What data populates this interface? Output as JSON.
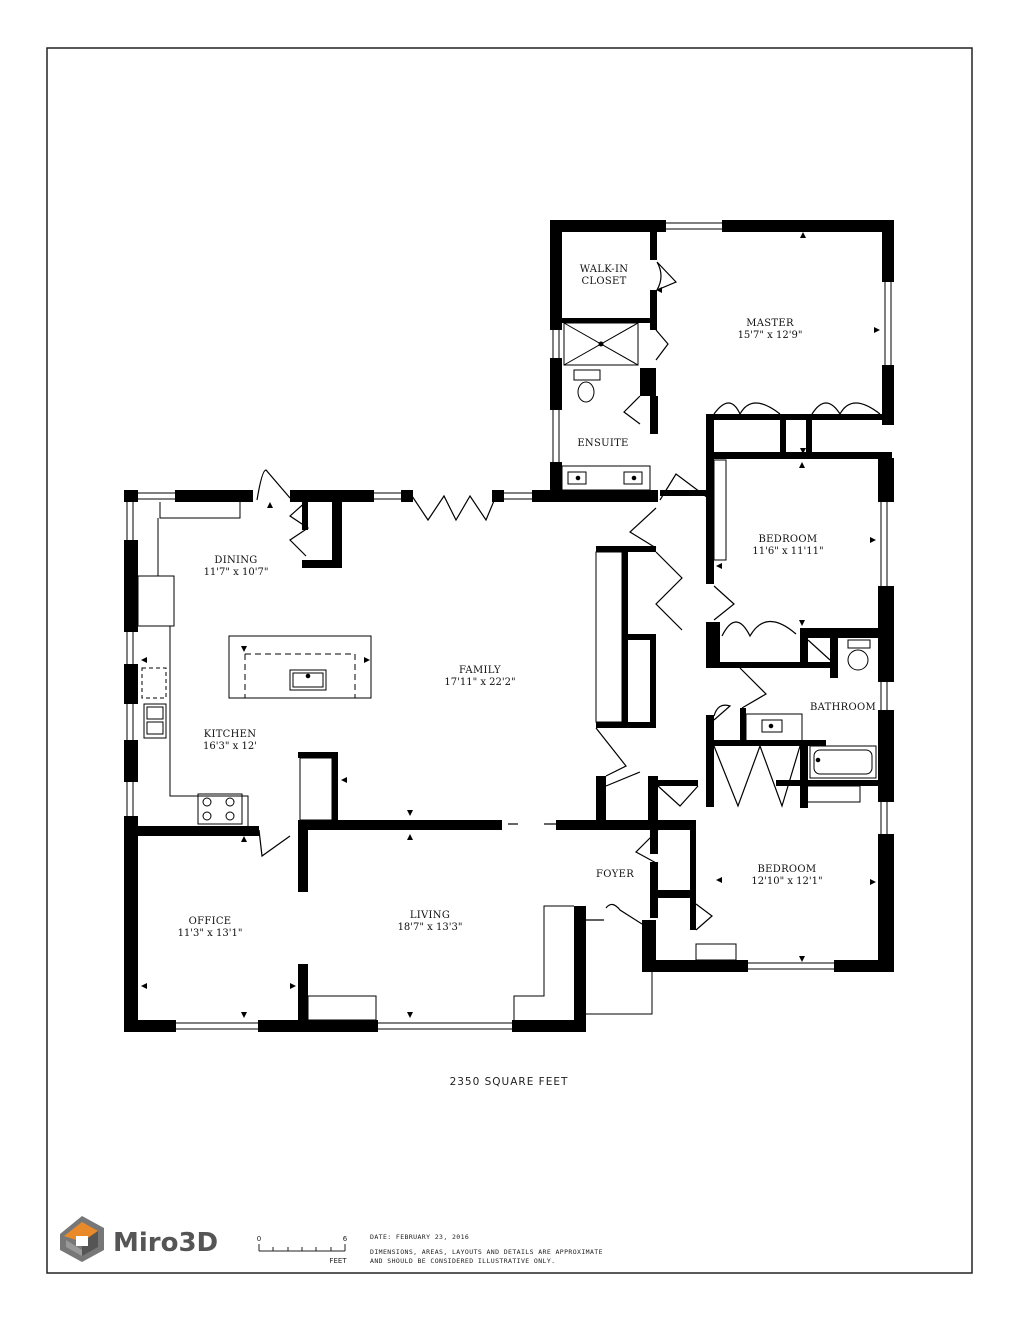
{
  "rooms": [
    {
      "name": "WALK-IN",
      "name2": "CLOSET",
      "dims": ""
    },
    {
      "name": "MASTER",
      "dims": "15'7\" x 12'9\""
    },
    {
      "name": "ENSUITE",
      "dims": ""
    },
    {
      "name": "DINING",
      "dims": "11'7\" x 10'7\""
    },
    {
      "name": "FAMILY",
      "dims": "17'11\" x 22'2\""
    },
    {
      "name": "BEDROOM",
      "dims": "11'6\" x 11'11\""
    },
    {
      "name": "KITCHEN",
      "dims": "16'3\" x 12'"
    },
    {
      "name": "BATHROOM",
      "dims": ""
    },
    {
      "name": "FOYER",
      "dims": ""
    },
    {
      "name": "BEDROOM",
      "dims": "12'10\" x 12'1\""
    },
    {
      "name": "OFFICE",
      "dims": "11'3\" x 13'1\""
    },
    {
      "name": "LIVING",
      "dims": "18'7\" x 13'3\""
    }
  ],
  "total_area": "2350 SQUARE FEET",
  "footer": {
    "brand": "Miro3D",
    "scale_start": "0",
    "scale_end": "6",
    "scale_unit": "FEET",
    "date": "DATE: FEBRUARY 23, 2016",
    "disclaimer_1": "DIMENSIONS, AREAS, LAYOUTS AND DETAILS ARE APPROXIMATE",
    "disclaimer_2": "AND SHOULD BE CONSIDERED ILLUSTRATIVE ONLY."
  },
  "colors": {
    "wall": "#000000",
    "frame": "#222222",
    "logo_orange": "#e8892a",
    "logo_gray": "#666666"
  }
}
